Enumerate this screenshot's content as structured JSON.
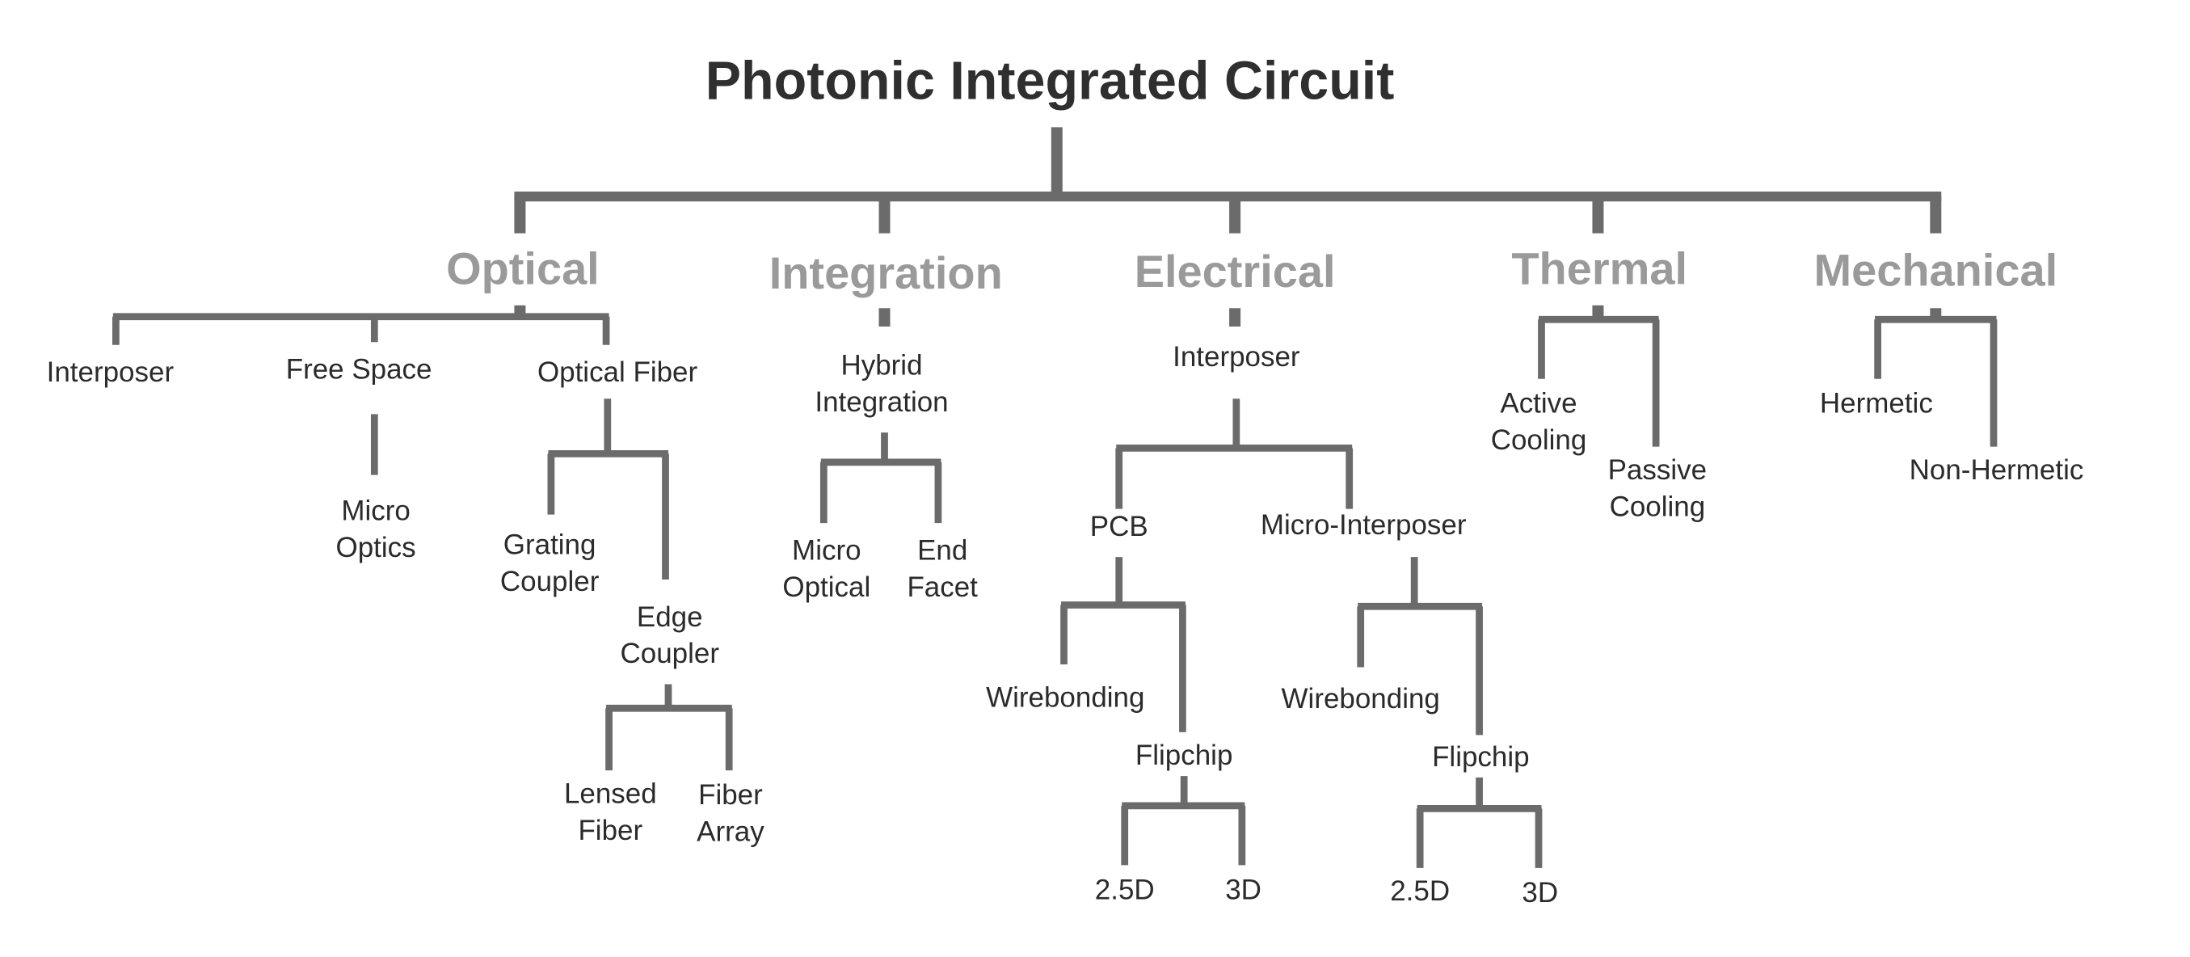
{
  "title": "Photonic Integrated Circuit",
  "categories": {
    "optical": "Optical",
    "integration": "Integration",
    "electrical": "Electrical",
    "thermal": "Thermal",
    "mechanical": "Mechanical"
  },
  "optical": {
    "interposer": "Interposer",
    "free_space": "Free Space",
    "micro_optics": [
      "Micro",
      "Optics"
    ],
    "optical_fiber": "Optical Fiber",
    "grating_coupler": [
      "Grating",
      "Coupler"
    ],
    "edge_coupler": [
      "Edge",
      "Coupler"
    ],
    "lensed_fiber": [
      "Lensed",
      "Fiber"
    ],
    "fiber_array": [
      "Fiber",
      "Array"
    ]
  },
  "integration": {
    "hybrid_integration": [
      "Hybrid",
      "Integration"
    ],
    "micro_optical": [
      "Micro",
      "Optical"
    ],
    "end_facet": [
      "End",
      "Facet"
    ]
  },
  "electrical": {
    "interposer": "Interposer",
    "pcb": "PCB",
    "micro_interposer": "Micro-Interposer",
    "pcb_wirebonding": "Wirebonding",
    "pcb_flipchip": "Flipchip",
    "pcb_2_5d": "2.5D",
    "pcb_3d": "3D",
    "mi_wirebonding": "Wirebonding",
    "mi_flipchip": "Flipchip",
    "mi_2_5d": "2.5D",
    "mi_3d": "3D"
  },
  "thermal": {
    "active_cooling": [
      "Active",
      "Cooling"
    ],
    "passive_cooling": [
      "Passive",
      "Cooling"
    ]
  },
  "mechanical": {
    "hermetic": "Hermetic",
    "non_hermetic": "Non-Hermetic"
  }
}
